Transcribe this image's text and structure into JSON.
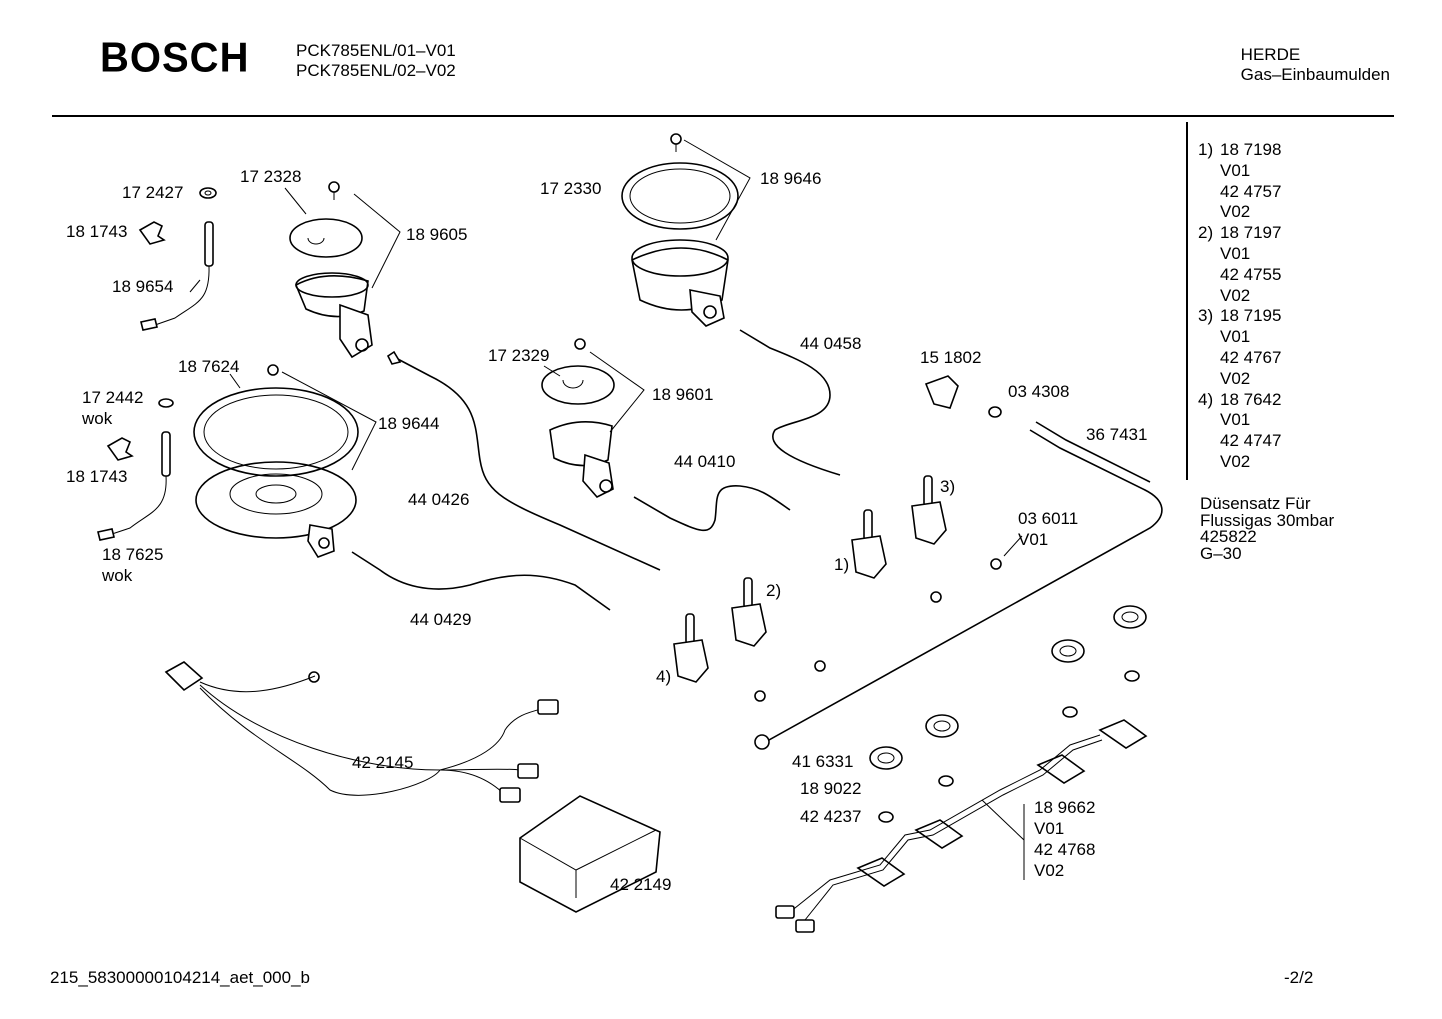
{
  "header": {
    "brand": "BOSCH",
    "models": [
      "PCK785ENL/01–V01",
      "PCK785ENL/02–V02"
    ],
    "category": [
      "HERDE",
      "Gas–Einbaumulden"
    ]
  },
  "variants": [
    {
      "num": "1)",
      "part": "18 7198",
      "v1": "V01",
      "part2": "42 4757",
      "v2": "V02"
    },
    {
      "num": "2)",
      "part": "18 7197",
      "v1": "V01",
      "part2": "42 4755",
      "v2": "V02"
    },
    {
      "num": "3)",
      "part": "18 7195",
      "v1": "V01",
      "part2": "42 4767",
      "v2": "V02"
    },
    {
      "num": "4)",
      "part": "18 7642",
      "v1": "V01",
      "part2": "42 4747",
      "v2": "V02"
    }
  ],
  "nozzle_set": [
    "Düsensatz Für",
    "Flussigas 30mbar",
    "425822",
    "G–30"
  ],
  "labels": {
    "p172427": "17 2427",
    "p172328": "17 2328",
    "p181743a": "18 1743",
    "p189605": "18 9605",
    "p189654": "18 9654",
    "p172330": "17 2330",
    "p189646": "18 9646",
    "p187624": "18 7624",
    "p172442": "17 2442",
    "wok1": "wok",
    "p189644": "18 9644",
    "p181743b": "18 1743",
    "p172329": "17 2329",
    "p189601": "18 9601",
    "p440458": "44 0458",
    "p151802": "15 1802",
    "p034308": "03 4308",
    "p367431": "36 7431",
    "p440410": "44 0410",
    "p440426": "44 0426",
    "p187625": "18 7625",
    "wok2": "wok",
    "p036011": "03 6011",
    "v036011": "V01",
    "m1": "1)",
    "m2": "2)",
    "m3": "3)",
    "m4": "4)",
    "p440429": "44 0429",
    "p422145": "42 2145",
    "p416331": "41 6331",
    "p189022": "18 9022",
    "p424237": "42 4237",
    "p189662": "18 9662",
    "v189662a": "V01",
    "p424768": "42 4768",
    "v189662b": "V02",
    "p422149": "42 2149"
  },
  "footer": {
    "id": "215_58300000104214_aet_000_b",
    "page": "-2/2"
  }
}
